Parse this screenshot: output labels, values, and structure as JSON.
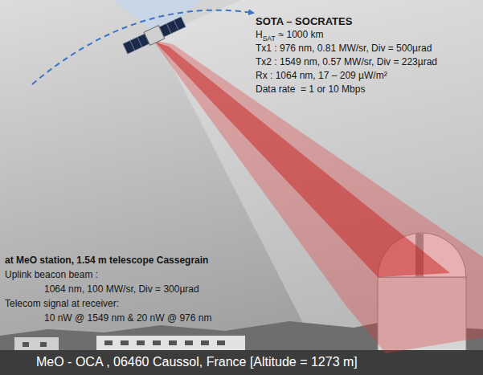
{
  "diagram": {
    "labels": [
      "SOTA – SOCRATES",
      "H",
      "SAT",
      "≈ 1000 km",
      "Tx1 : 976 nm, 0.81 MW/sr, Div = 500µrad",
      "Tx2 : 1549 nm, 0.57 MW/sr, Div = 223µrad",
      "Rx : 1064 nm, 17 – 209 µW/m²",
      "Data rate  = 1 or 10 Mbps",
      "at MeO station, 1.54 m telescope Cassegrain",
      "Uplink beacon beam :",
      "1064 nm, 100 MW/sr, Div = 300µrad",
      "Telecom signal at receiver:",
      "10 nW @ 1549 nm & 20 nW @ 976 nm",
      "MeO - OCA , 06460 Caussol, France [Altitude = 1273 m]"
    ]
  }
}
